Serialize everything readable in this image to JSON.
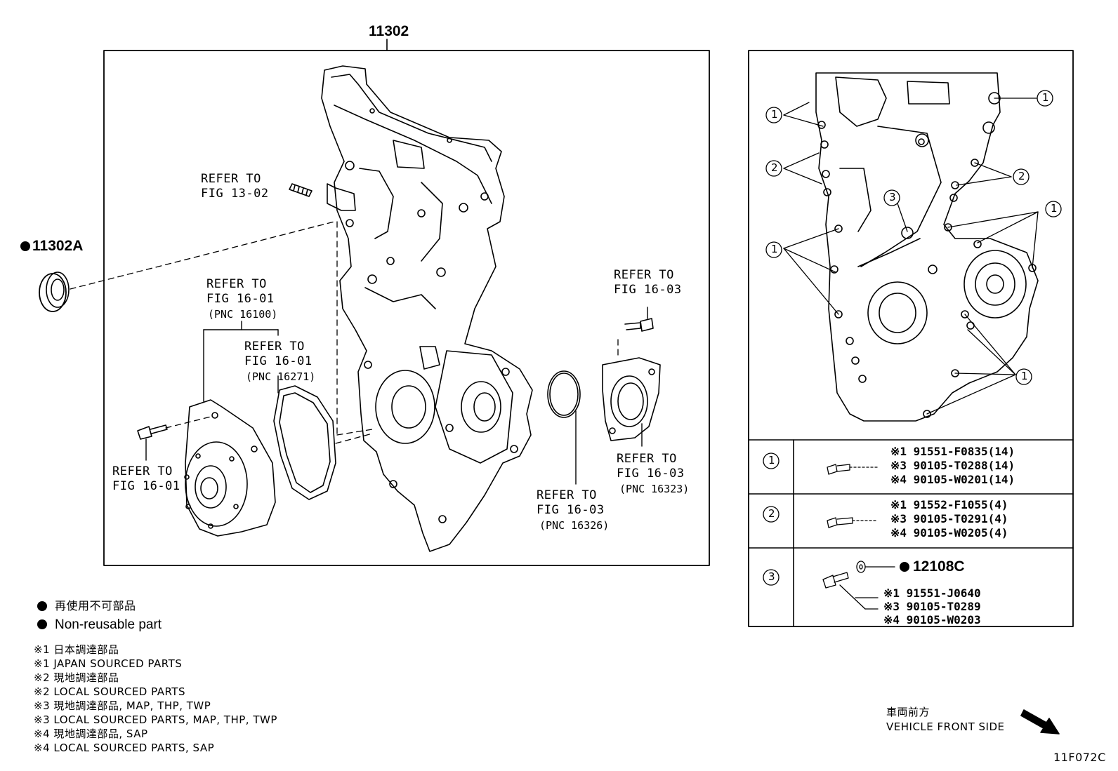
{
  "figure_code": "11F072C",
  "main_part": "11302",
  "callouts": {
    "oil_seal": "11302A",
    "gasket_12108": "12108C"
  },
  "refs": {
    "stud": [
      "REFER TO",
      "FIG 13-02"
    ],
    "water_pump": [
      "REFER TO",
      "FIG 16-01",
      "(PNC 16100)"
    ],
    "pump_gasket": [
      "REFER TO",
      "FIG 16-01",
      "(PNC 16271)"
    ],
    "pump_bolt": [
      "REFER TO",
      "FIG 16-01"
    ],
    "outlet_bolt": [
      "REFER TO",
      "FIG 16-03"
    ],
    "outlet_housing": [
      "REFER TO",
      "FIG 16-03",
      "(PNC 16323)"
    ],
    "o_ring": [
      "REFER TO",
      "FIG 16-03",
      "(PNC 16326)"
    ]
  },
  "table": {
    "rows": [
      {
        "index": "1",
        "parts": [
          "※1 91551-F0835(14)",
          "※3 90105-T0288(14)",
          "※4 90105-W0201(14)"
        ]
      },
      {
        "index": "2",
        "parts": [
          "※1 91552-F1055(4)",
          "※3 90105-T0291(4)",
          "※4 90105-W0205(4)"
        ]
      },
      {
        "index": "3",
        "parts": [
          "※1 91551-J0640",
          "※3 90105-T0289",
          "※4 90105-W0203"
        ]
      }
    ]
  },
  "detail_labels": {
    "one": "1",
    "two": "2",
    "three": "3"
  },
  "legend": {
    "non_reusable_jp": "再使用不可部品",
    "non_reusable_en": "Non-reusable part",
    "notes": [
      "※1  日本調達部品",
      "※1  JAPAN SOURCED PARTS",
      "※2  現地調達部品",
      "※2  LOCAL SOURCED PARTS",
      "※3  現地調達部品, MAP, THP, TWP",
      "※3  LOCAL SOURCED PARTS, MAP, THP, TWP",
      "※4  現地調達部品, SAP",
      "※4  LOCAL SOURCED PARTS, SAP"
    ]
  },
  "front": {
    "jp": "車両前方",
    "en": "VEHICLE FRONT SIDE"
  }
}
